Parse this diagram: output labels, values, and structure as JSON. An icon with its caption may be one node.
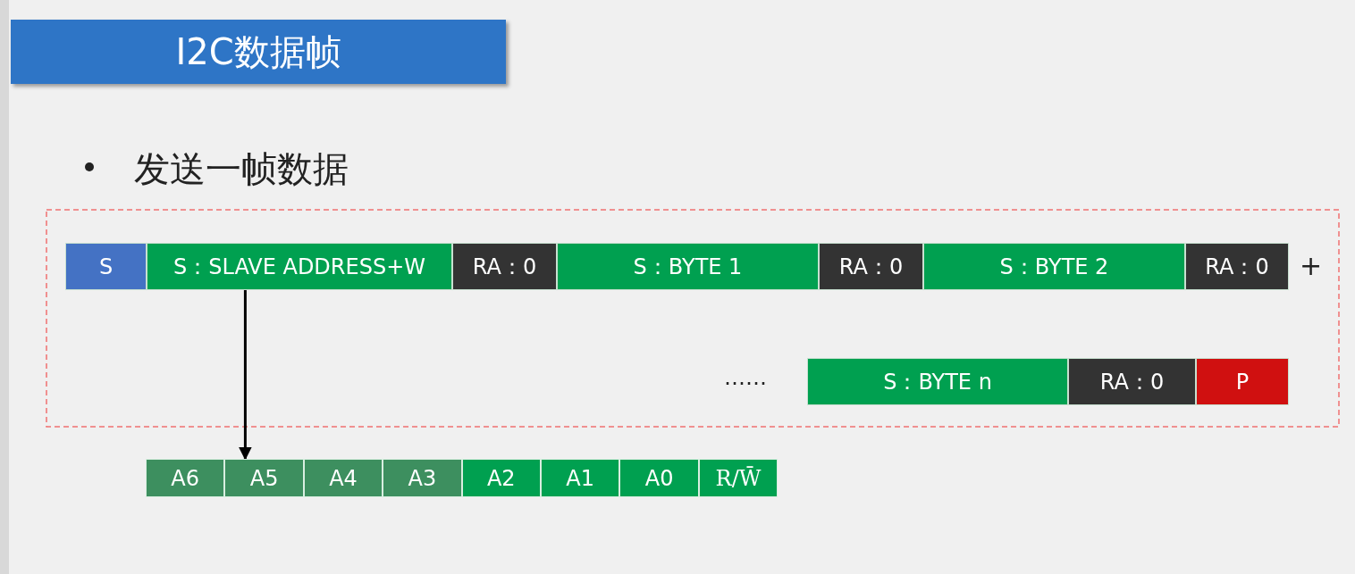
{
  "diagram": {
    "title": "I2C数据帧",
    "nodes": [
      {
        "text": [
          "S"
        ]
      },
      {
        "text": [
          "S：SLAVE ADDRESS+W"
        ]
      },
      {
        "text": [
          "RA：0"
        ]
      },
      {
        "text": [
          "S：BYTE 1"
        ]
      },
      {
        "text": [
          "RA：0"
        ]
      },
      {
        "text": [
          "S：BYTE 2"
        ]
      },
      {
        "text": [
          "RA：0"
        ]
      },
      {
        "text": [
          "S：BYTE n"
        ]
      },
      {
        "text": [
          "RA：0"
        ]
      },
      {
        "text": [
          "P"
        ]
      },
      {
        "text": [
          "A6"
        ]
      },
      {
        "text": [
          "A5"
        ]
      },
      {
        "text": [
          "A4"
        ]
      },
      {
        "text": [
          "A3"
        ]
      },
      {
        "text": [
          "A2"
        ]
      },
      {
        "text": [
          "A1"
        ]
      },
      {
        "text": [
          "A0"
        ]
      },
      {
        "text": [
          "R/W̄"
        ]
      }
    ],
    "edges": [
      {
        "from": 1,
        "to": 11,
        "arrow": "to"
      }
    ],
    "labels": [
      "发送一帧数据",
      "+",
      "……"
    ]
  }
}
